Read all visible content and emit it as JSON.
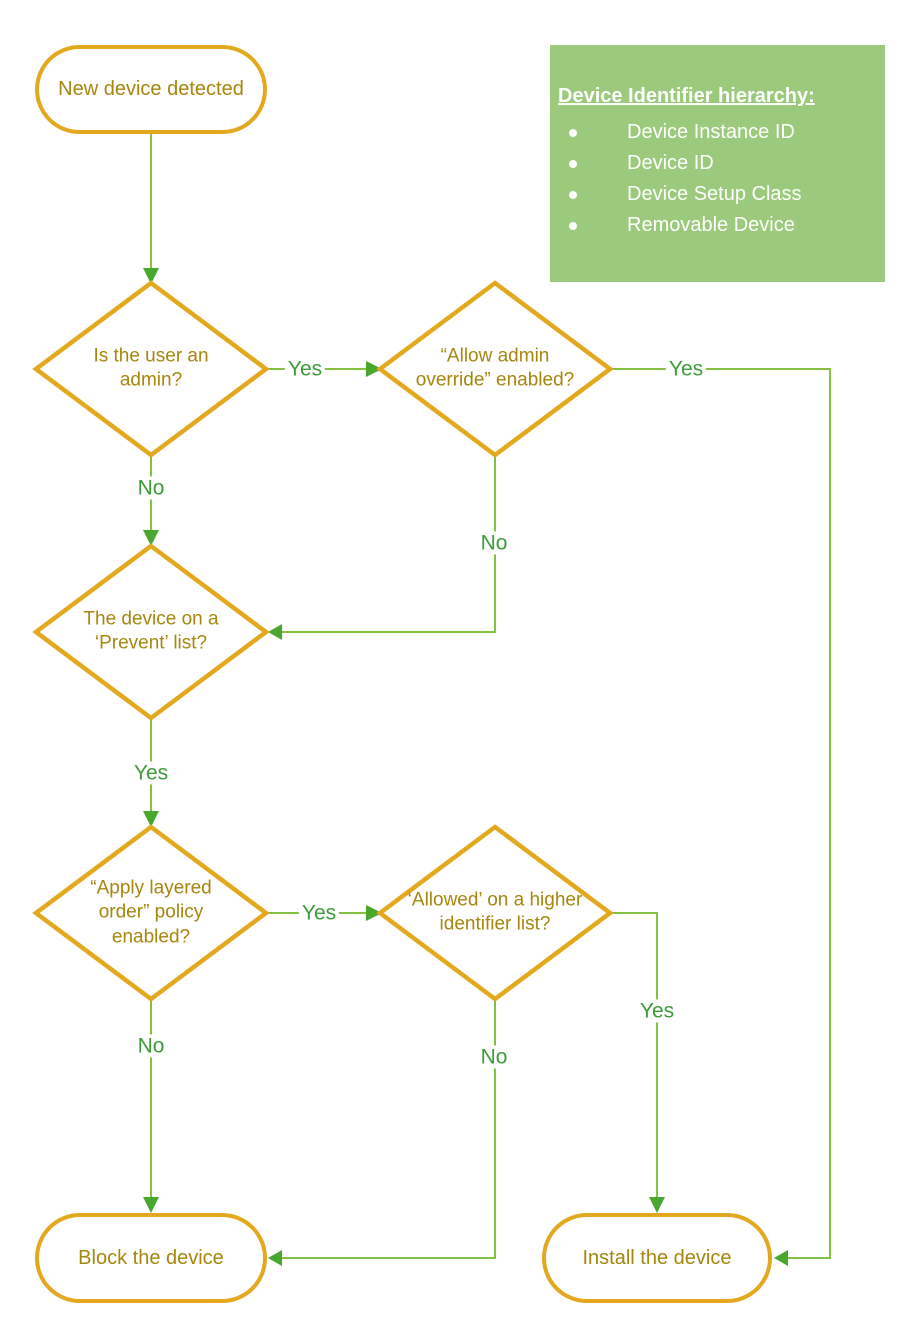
{
  "colors": {
    "node_border": "#E3A81E",
    "node_text": "#A6860D",
    "line": "#84C142",
    "arrowhead": "#48A72E",
    "edge_label_text": "#3E9B3A",
    "info_box_bg": "#9BCA7D",
    "info_box_text": "#FFFFFF"
  },
  "nodes": {
    "start": "New device detected",
    "admin_check": "Is the user an admin?",
    "override_check": "“Allow admin override” enabled?",
    "prevent_check": "The device on a ‘Prevent’ list?",
    "layered_check": "“Apply layered order” policy enabled?",
    "allowed_check": "‘Allowed’ on a higher identifier list?",
    "block": "Block the device",
    "install": "Install the device"
  },
  "edge_labels": {
    "admin_yes": "Yes",
    "admin_no": "No",
    "override_yes": "Yes",
    "override_no": "No",
    "prevent_yes": "Yes",
    "layered_yes": "Yes",
    "layered_no": "No",
    "allowed_yes": "Yes",
    "allowed_no": "No"
  },
  "info_box": {
    "title": "Device Identifier hierarchy:",
    "items": [
      "Device Instance ID",
      "Device ID",
      "Device Setup Class",
      "Removable Device"
    ]
  }
}
